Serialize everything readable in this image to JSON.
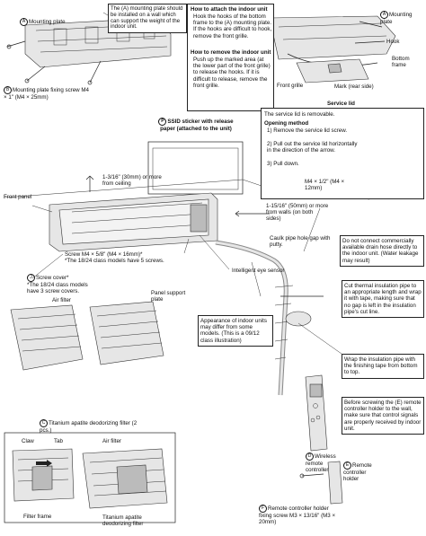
{
  "labels": {
    "mounting_plate_note": "The (A) mounting plate should be installed on a wall which can support the weight of the indoor unit.",
    "mounting_plate_a": "Mounting plate",
    "fixing_screw_b": "Mounting plate fixing screw M4 × 1\" (M4 × 25mm)",
    "attach_title": "How to attach the indoor unit",
    "attach_body": "Hook the hooks of the bottom frame to the (A) mounting plate.\nIf the hooks are difficult to hook, remove the front grille.",
    "remove_title": "How to remove the indoor unit",
    "remove_body": "Push up the marked area (at the lower part of the front grille) to release the hooks. If it is difficult to release, remove the front grille.",
    "right_mounting_plate": "Mounting plate",
    "hook": "Hook",
    "bottom_frame": "Bottom frame",
    "front_grille": "Front grille",
    "mark_rear_side": "Mark (rear side)",
    "ssid_sticker": "SSID sticker with release paper (attached to the unit)",
    "service_lid_title": "Service lid",
    "service_lid_removable": "The service lid is removable.",
    "opening_method": "Opening method",
    "step1": "1) Remove the service lid screw.",
    "step2": "2) Pull out the service lid horizontally in the direction of the arrow.",
    "step3": "3) Pull down.",
    "m4_half": "M4 × 1/2\" (M4 × 12mm)",
    "clearance_top": "1-3/16\" (30mm) or more from ceiling",
    "front_panel": "Front panel",
    "clearance_side": "1-15/16\" (50mm) or more from walls (on both sides)",
    "caulk": "Caulk pipe hole gap with putty.",
    "drain_warning": "Do not connect commercially available drain hose directly to the indoor unit. (Water leakage may result)",
    "screw_count": "Screw M4 × 5/8\" (M4 × 16mm)*\n*The 18/24 class models have 5 screws.",
    "intelligent_eye": "Intelligent eye sensor",
    "screw_cover": "Screw cover*\n*The 18/24 class models have 3 screw covers.",
    "panel_support": "Panel support plate",
    "thermal_pipe": "Cut thermal insulation pipe to an appropriate length and wrap it with tape, making sure that no gap is left in the insulation pipe's cut line.",
    "appearance": "Appearance of indoor units may differ from some models. (This is a 09/12 class illustration)",
    "air_filter": "Air filter",
    "wrap_pipe": "Wrap the insulation pipe with the finishing tape from bottom to top.",
    "titanium_filter": "Titanium apatite deodorizing filter (2 pcs.)",
    "before_screwing": "Before screwing the (E) remote controller holder to the wall, make sure that control signals are properly received by indoor unit.",
    "claw": "Claw",
    "tab": "Tab",
    "air_filter_2": "Air filter",
    "wireless_remote": "Wireless remote controller",
    "remote_holder": "Remote controller holder",
    "filter_frame": "Filter frame",
    "titanium_filter_2": "Titanium apatite deodorizing filter",
    "remote_holder_screw": "Remote controller holder fixing screw M3 × 13/16\" (M3 × 20mm)"
  },
  "markers": {
    "A": "A",
    "B": "B",
    "C": "C",
    "D": "D",
    "E": "E",
    "F": "F",
    "J": "J",
    "P": "P"
  }
}
